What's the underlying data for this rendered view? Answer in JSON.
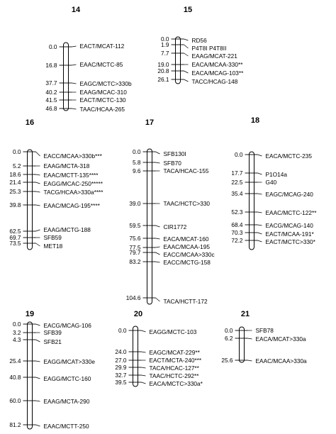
{
  "groups": [
    {
      "title": "14",
      "markers": [
        {
          "pos": "0.0",
          "name": "EACT/MCAT-112"
        },
        {
          "pos": "16.8",
          "name": "EAAC/MCTC-85"
        },
        {
          "pos": "37.7",
          "name": "EAGC/MCTC>330b"
        },
        {
          "pos": "40.2",
          "name": "EAAG/MCAC-310"
        },
        {
          "pos": "41.5",
          "name": "EACT/MCTC-130"
        },
        {
          "pos": "46.8",
          "name": "TAAC/HCAA-265"
        }
      ]
    },
    {
      "title": "15",
      "markers": [
        {
          "pos": "0.0",
          "name": "RD56"
        },
        {
          "pos": "1.9",
          "name": "P4T8I P4T8II"
        },
        {
          "pos": "7.7",
          "name": "EAAG/MCAT-221"
        },
        {
          "pos": "19.0",
          "name": "EACA/MCAA-330**"
        },
        {
          "pos": "20.8",
          "name": "EACA/MCAG-103**"
        },
        {
          "pos": "26.1",
          "name": "TACC/HCAG-148"
        }
      ]
    },
    {
      "title": "16",
      "markers": [
        {
          "pos": "0.0",
          "name": "EACC/MCAA>330b***"
        },
        {
          "pos": "5.2",
          "name": "EAAG/MCTA-318"
        },
        {
          "pos": "18.6",
          "name": "EAAC/MCTT-135****"
        },
        {
          "pos": "21.4",
          "name": "EAGG/MCAC-250*****"
        },
        {
          "pos": "25.3",
          "name": "TACG/HCAA>330a****"
        },
        {
          "pos": "39.8",
          "name": "EAAC/MCAG-195****"
        },
        {
          "pos": "62.5",
          "name": "EAAG/MCTG-188"
        },
        {
          "pos": "69.7",
          "name": "SFB59"
        },
        {
          "pos": "73.5",
          "name": "MET18"
        }
      ]
    },
    {
      "title": "17",
      "markers": [
        {
          "pos": "0.0",
          "name": "SFB130I"
        },
        {
          "pos": "5.8",
          "name": "SFB70"
        },
        {
          "pos": "9.6",
          "name": "TACA/HCAC-155"
        },
        {
          "pos": "39.0",
          "name": "TAAC/HCTC>330"
        },
        {
          "pos": "59.5",
          "name": "CIR1772"
        },
        {
          "pos": "75.6",
          "name": "EACA/MCAT-160"
        },
        {
          "pos": "77.5",
          "name": "EAAC/MCAA-195"
        },
        {
          "pos": "79.7",
          "name": "EACC/MCAA>330c"
        },
        {
          "pos": "83.2",
          "name": "EACC/MCTG-158"
        },
        {
          "pos": "104.6",
          "name": "TACA/HCTT-172"
        }
      ]
    },
    {
      "title": "18",
      "markers": [
        {
          "pos": "0.0",
          "name": "EACA/MCTC-235"
        },
        {
          "pos": "17.7",
          "name": "P1O14a"
        },
        {
          "pos": "22.5",
          "name": "G40"
        },
        {
          "pos": "35.4",
          "name": "EAGC/MCAG-240"
        },
        {
          "pos": "52.3",
          "name": "EAAC/MCTC-122**"
        },
        {
          "pos": "68.4",
          "name": "EACG/MCAG-140"
        },
        {
          "pos": "70.3",
          "name": "EACT/MCAA-191*"
        },
        {
          "pos": "72.2",
          "name": "EACT/MCTC>330*"
        }
      ]
    },
    {
      "title": "19",
      "markers": [
        {
          "pos": "0.0",
          "name": "EACG/MCAG-106"
        },
        {
          "pos": "3.2",
          "name": "SFB39"
        },
        {
          "pos": "4.3",
          "name": "SFB21"
        },
        {
          "pos": "25.4",
          "name": "EAGG/MCAT>330e"
        },
        {
          "pos": "40.8",
          "name": "EAGG/MCTC-160"
        },
        {
          "pos": "60.0",
          "name": "EAAG/MCTA-290"
        },
        {
          "pos": "81.2",
          "name": "EAAC/MCTT-250"
        }
      ]
    },
    {
      "title": "20",
      "markers": [
        {
          "pos": "0.0",
          "name": "EAGG/MCTC-103"
        },
        {
          "pos": "24.0",
          "name": "EAGC/MCAT-229**"
        },
        {
          "pos": "27.0",
          "name": "EACT/MCTA-240***"
        },
        {
          "pos": "29.9",
          "name": "TACA/HCAC-127**"
        },
        {
          "pos": "32.7",
          "name": "TAAC/HCTC-292**"
        },
        {
          "pos": "39.5",
          "name": "EACA/MCTC>330a*"
        }
      ]
    },
    {
      "title": "21",
      "markers": [
        {
          "pos": "0.0",
          "name": "SFB78"
        },
        {
          "pos": "6.2",
          "name": "EACA/MCAT>330a"
        },
        {
          "pos": "25.6",
          "name": "EAAC/MCAA>330a"
        }
      ]
    }
  ]
}
